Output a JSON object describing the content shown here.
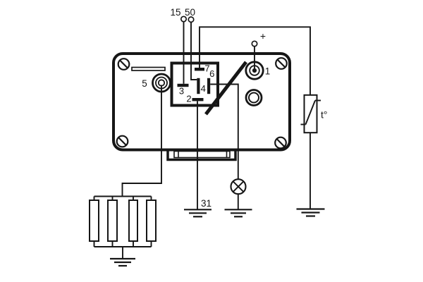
{
  "diagram": {
    "kind": "automotive relay wiring schematic (glow plug control unit)",
    "colors": {
      "line": "#161616",
      "background": "#ffffff"
    },
    "labels": {
      "terminal_15": "15",
      "terminal_50": "50",
      "battery_plus": "+",
      "terminal_31": "31",
      "temperature": "t°",
      "pin_1": "1",
      "pin_2": "2",
      "pin_3": "3",
      "pin_4": "4",
      "pin_5": "5",
      "pin_6": "6",
      "pin_7": "7"
    },
    "components": {
      "relay_body": "relay housing with 4 corner screws and label plate",
      "connector_box": "7-pin connector outline with pins 2,3,4,6,7",
      "switch_arm": "diagonal switch arm toward terminal 1",
      "terminal_1": "round power terminal (+ feed)",
      "terminal_5": "round output terminal to glow plugs",
      "aux_terminal": "unused round terminal",
      "glow_plugs": "4 parallel glow plug elements to ground",
      "indicator_lamp": "lamp (circle with cross) to ground",
      "temperature_sensor": "temperature sensor t° to ground",
      "grounds": "4 chassis ground symbols"
    }
  }
}
